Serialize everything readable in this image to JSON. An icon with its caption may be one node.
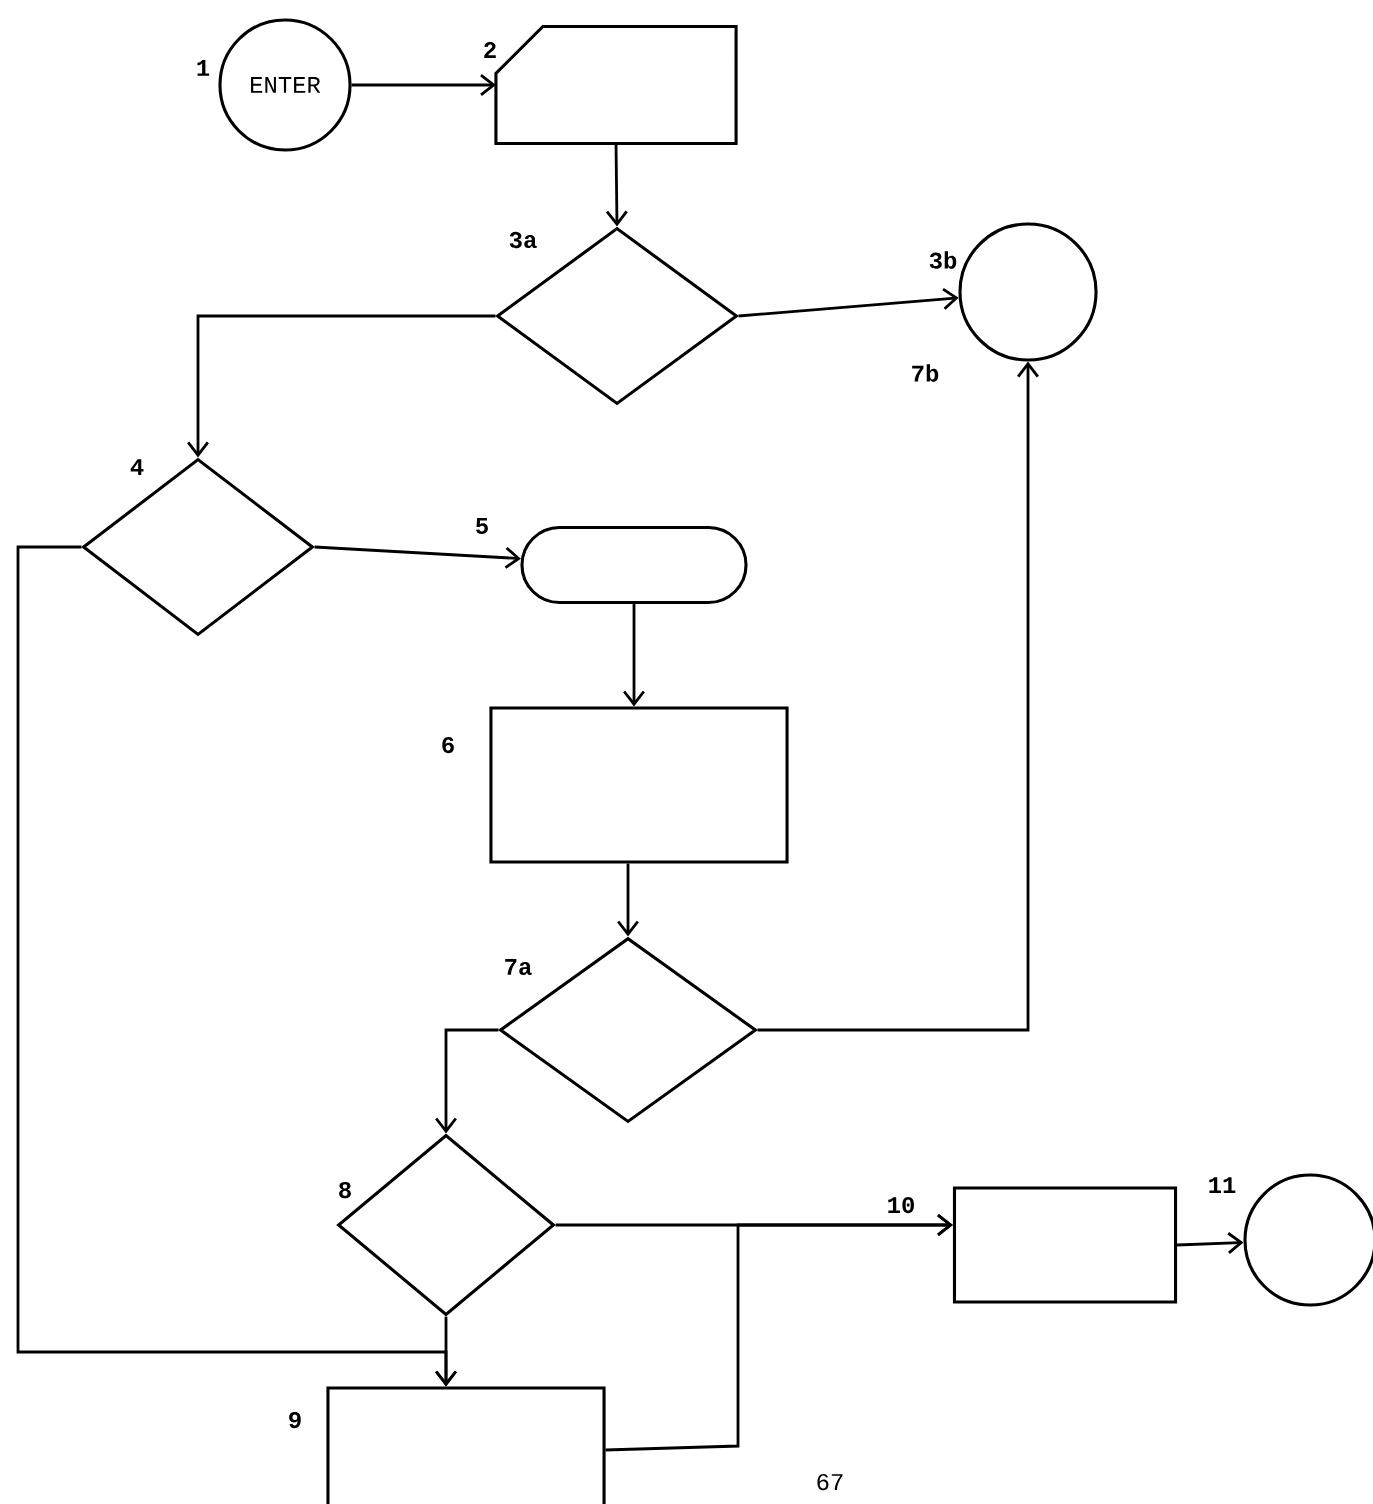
{
  "diagram": {
    "nodes": [
      {
        "text": [
          "ENTER"
        ],
        "beside": [
          "1"
        ]
      },
      {
        "text": [],
        "shape": "card",
        "beside": [
          "2"
        ]
      },
      {
        "text": [],
        "shape": "diamond",
        "beside": [
          "3a"
        ]
      },
      {
        "text": [],
        "shape": "circle",
        "beside": [
          "3b",
          "7b"
        ]
      },
      {
        "text": [],
        "shape": "diamond",
        "beside": [
          "4"
        ]
      },
      {
        "text": [],
        "shape": "capsule",
        "beside": [
          "5"
        ]
      },
      {
        "text": [],
        "shape": "box",
        "beside": [
          "6"
        ]
      },
      {
        "text": [],
        "shape": "diamond",
        "beside": [
          "7a"
        ]
      },
      {
        "text": [],
        "shape": "diamond",
        "beside": [
          "8"
        ]
      },
      {
        "text": [],
        "shape": "box",
        "beside": [
          "9"
        ]
      },
      {
        "text": [],
        "shape": "box",
        "beside": [
          "10"
        ]
      },
      {
        "text": [],
        "shape": "circle",
        "beside": [
          "11"
        ]
      }
    ],
    "edges": [
      {
        "from": 0,
        "to": 1,
        "arrow": "to"
      },
      {
        "from": 1,
        "to": 2,
        "arrow": "to"
      },
      {
        "from": 2,
        "to": 4,
        "arrow": "to"
      },
      {
        "from": 2,
        "to": 3,
        "arrow": "to"
      },
      {
        "from": 4,
        "to": 5,
        "arrow": "to"
      },
      {
        "from": 4,
        "to": 9,
        "arrow": "to"
      },
      {
        "from": 5,
        "to": 6,
        "arrow": "to"
      },
      {
        "from": 6,
        "to": 7,
        "arrow": "to"
      },
      {
        "from": 7,
        "to": 3,
        "arrow": "to"
      },
      {
        "from": 7,
        "to": 8,
        "arrow": "to"
      },
      {
        "from": 8,
        "to": 9,
        "arrow": "to"
      },
      {
        "from": 8,
        "to": 10,
        "arrow": "to"
      },
      {
        "from": 9,
        "to": 10,
        "arrow": "to"
      },
      {
        "from": 10,
        "to": 11,
        "arrow": "to"
      }
    ],
    "labels": [
      "67"
    ]
  }
}
